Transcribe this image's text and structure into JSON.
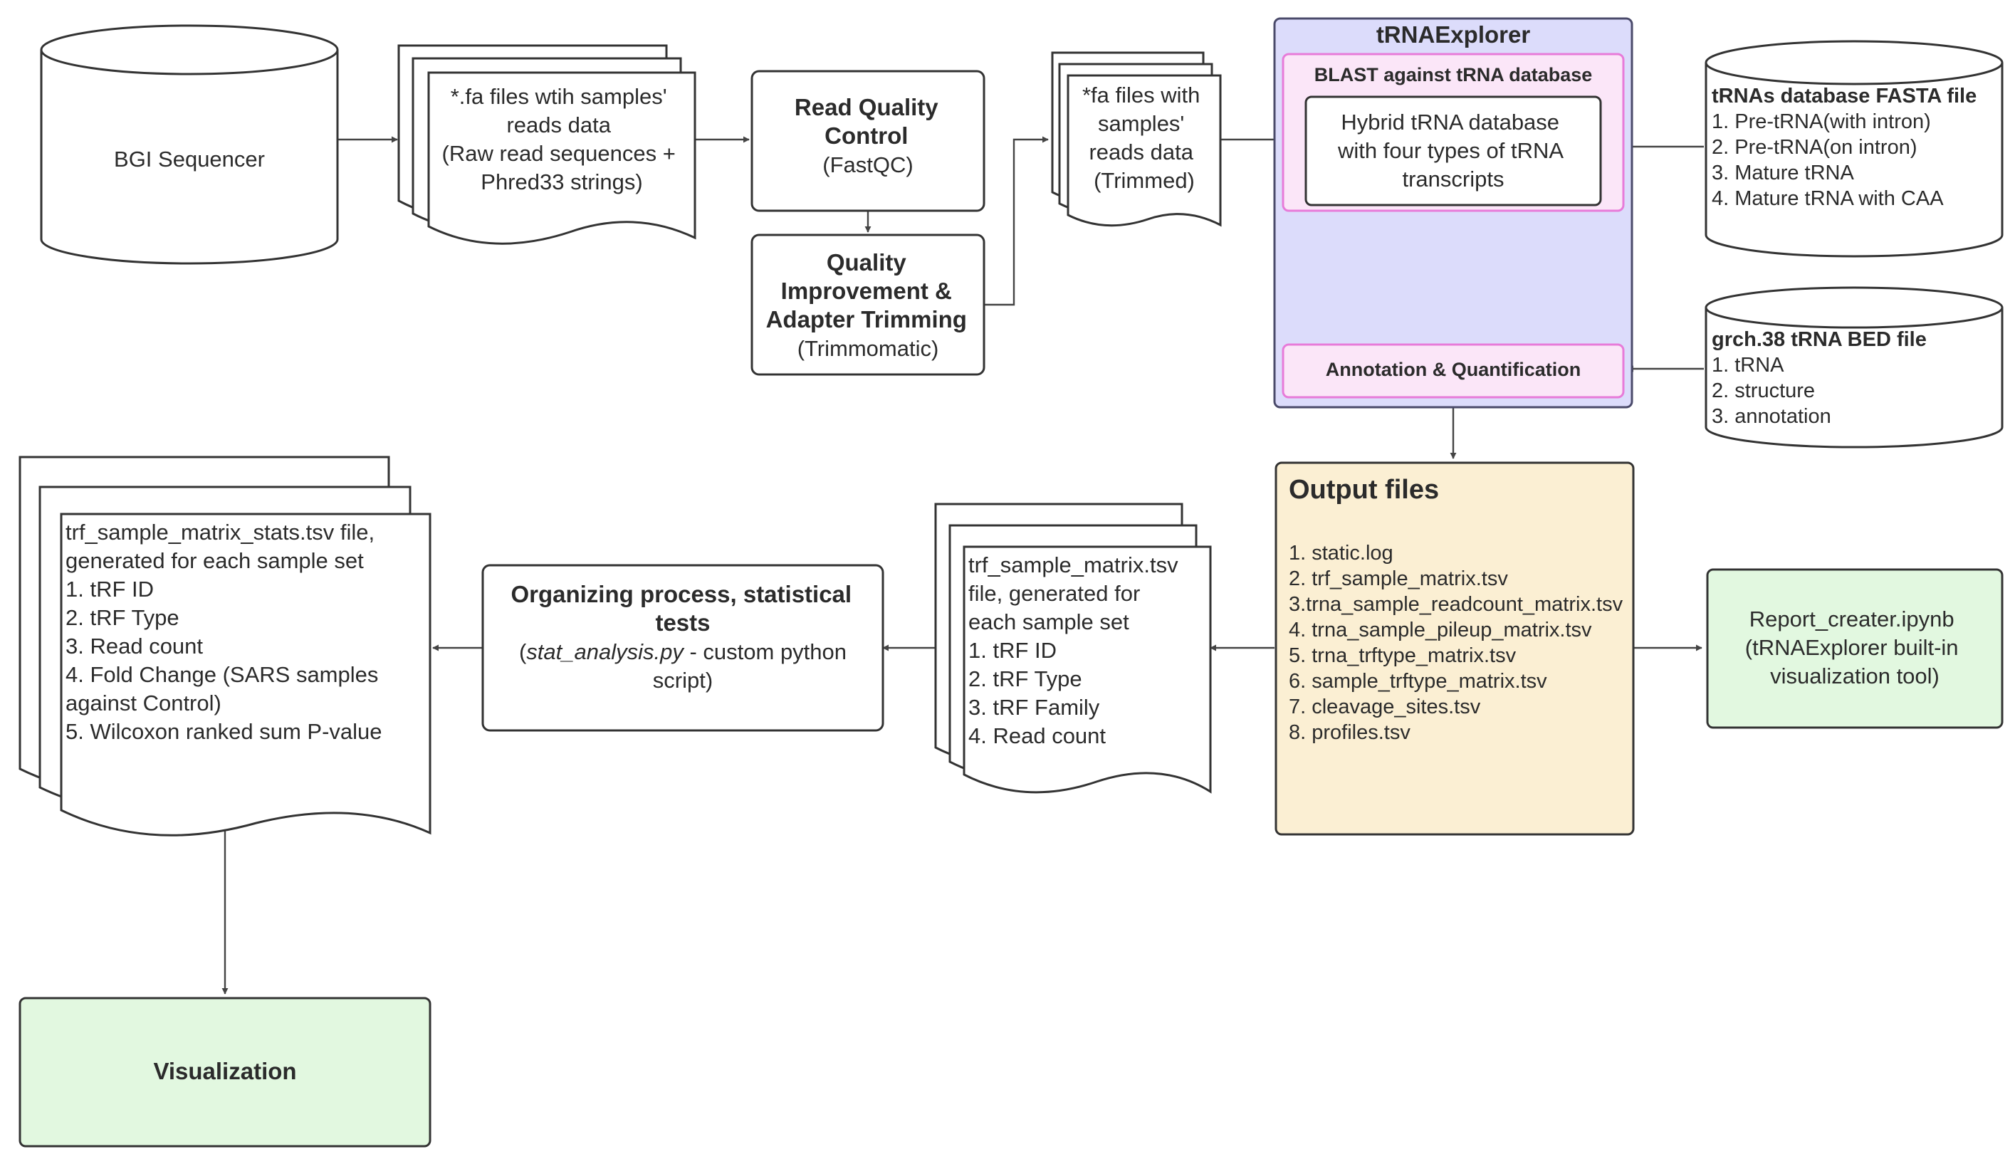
{
  "colors": {
    "trnaexplorer_fill": "#dcdcfb",
    "trnaexplorer_border": "#4a4a6a",
    "inner_box_fill": "#fbe6f8",
    "inner_box_border": "#e77bd9",
    "output_fill": "#fbefd3",
    "green_fill": "#e2f8e0"
  },
  "nodes": {
    "sequencer": {
      "label": "BGI Sequencer"
    },
    "raw_files": {
      "lines": [
        "*.fa files wtih samples'",
        "reads data",
        "(Raw read sequences +",
        "Phred33 strings)"
      ]
    },
    "read_quality": {
      "title_lines": [
        "Read Quality",
        "Control"
      ],
      "subtitle": "(FastQC)"
    },
    "quality_improvement": {
      "title_lines": [
        "Quality",
        "Improvement &",
        "Adapter Trimming"
      ],
      "subtitle": "(Trimmomatic)"
    },
    "trimmed_files": {
      "lines": [
        "*fa files with",
        "samples'",
        "reads data",
        "(Trimmed)"
      ]
    },
    "trnaexplorer": {
      "title": "tRNAExplorer",
      "blast_label": "BLAST against tRNA database",
      "hybrid_lines": [
        "Hybrid tRNA database",
        "with four types of tRNA",
        "transcripts"
      ],
      "annotation_label": "Annotation & Quantification"
    },
    "fasta_db": {
      "title": "tRNAs database FASTA file",
      "items": [
        "1. Pre-tRNA(with intron)",
        "2. Pre-tRNA(on intron)",
        "3. Mature tRNA",
        "4. Mature tRNA with CAA"
      ]
    },
    "bed_file": {
      "title": "grch.38 tRNA BED file",
      "items": [
        "1. tRNA",
        "2. structure",
        "3. annotation"
      ]
    },
    "output_files": {
      "title": "Output files",
      "items": [
        "1. static.log",
        "2. trf_sample_matrix.tsv",
        "3.trna_sample_readcount_matrix.tsv",
        "4. trna_sample_pileup_matrix.tsv",
        "5. trna_trftype_matrix.tsv",
        "6. sample_trftype_matrix.tsv",
        "7. cleavage_sites.tsv",
        "8. profiles.tsv"
      ]
    },
    "report_creater": {
      "lines": [
        "Report_creater.ipynb",
        "(tRNAExplorer built-in",
        "visualization tool)"
      ]
    },
    "trf_matrix": {
      "lines": [
        "trf_sample_matrix.tsv",
        "file, generated for",
        "each sample set",
        "1. tRF ID",
        "2. tRF Type",
        "3. tRF Family",
        "4. Read count"
      ]
    },
    "organizing": {
      "title_lines": [
        "Organizing process, statistical",
        "tests"
      ],
      "script_italic": "stat_analysis.py",
      "script_rest": " - custom python",
      "script_line2": "script)"
    },
    "stats_file": {
      "lines": [
        "trf_sample_matrix_stats.tsv file,",
        "generated for each sample set",
        "1. tRF ID",
        "2. tRF Type",
        "3. Read count",
        "4. Fold Change (SARS samples",
        "against Control)",
        "5. Wilcoxon ranked sum P-value"
      ]
    },
    "visualization": {
      "label": "Visualization"
    }
  }
}
